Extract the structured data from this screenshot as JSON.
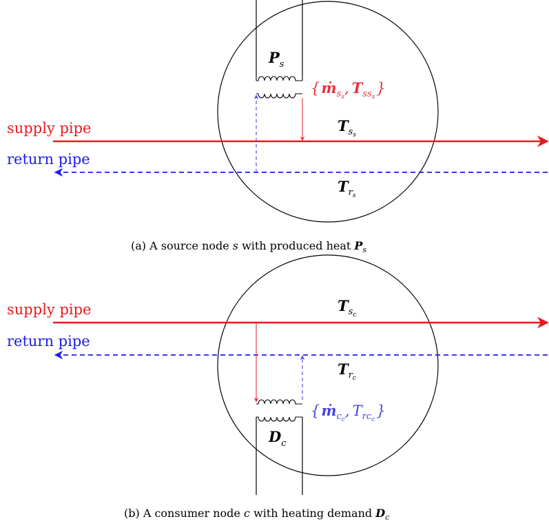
{
  "colors": {
    "supply": "#e8191e",
    "return": "#1a1aee",
    "source_flow": "#e8303a",
    "consumer_flow": "#4444e0",
    "ink": "#000000"
  },
  "panel_a": {
    "supply_label": "supply pipe",
    "return_label": "return pipe",
    "power": {
      "base": "P",
      "sub": "s"
    },
    "supply_temp": {
      "base": "T",
      "sub": "s",
      "subsub": "s"
    },
    "return_temp": {
      "base": "T",
      "sub": "r",
      "subsub": "s"
    },
    "flow_set": {
      "open": "{",
      "m_base": "ṁ",
      "m_sub": "s",
      "m_subsub": "s",
      "comma": ",",
      "t_base": "T",
      "t_sub": "ss",
      "t_subsub": "s",
      "close": "}"
    },
    "caption": {
      "prefix": "(a) A source node ",
      "var": "s",
      "middle": " with produced heat ",
      "sym_base": "P",
      "sym_sub": "s"
    }
  },
  "panel_b": {
    "supply_label": "supply pipe",
    "return_label": "return pipe",
    "demand": {
      "base": "D",
      "sub": "c"
    },
    "supply_temp": {
      "base": "T",
      "sub": "s",
      "subsub": "c"
    },
    "return_temp": {
      "base": "T",
      "sub": "r",
      "subsub": "c"
    },
    "flow_set": {
      "open": "{",
      "m_base": "ṁ",
      "m_sub": "c",
      "m_subsub": "c",
      "comma": ",",
      "t_base": "T",
      "t_sub": "rc",
      "t_subsub": "c",
      "close": "}"
    },
    "caption": {
      "prefix": "(b) A consumer node ",
      "var": "c",
      "middle": " with heating demand ",
      "sym_base": "D",
      "sym_sub": "c"
    }
  }
}
